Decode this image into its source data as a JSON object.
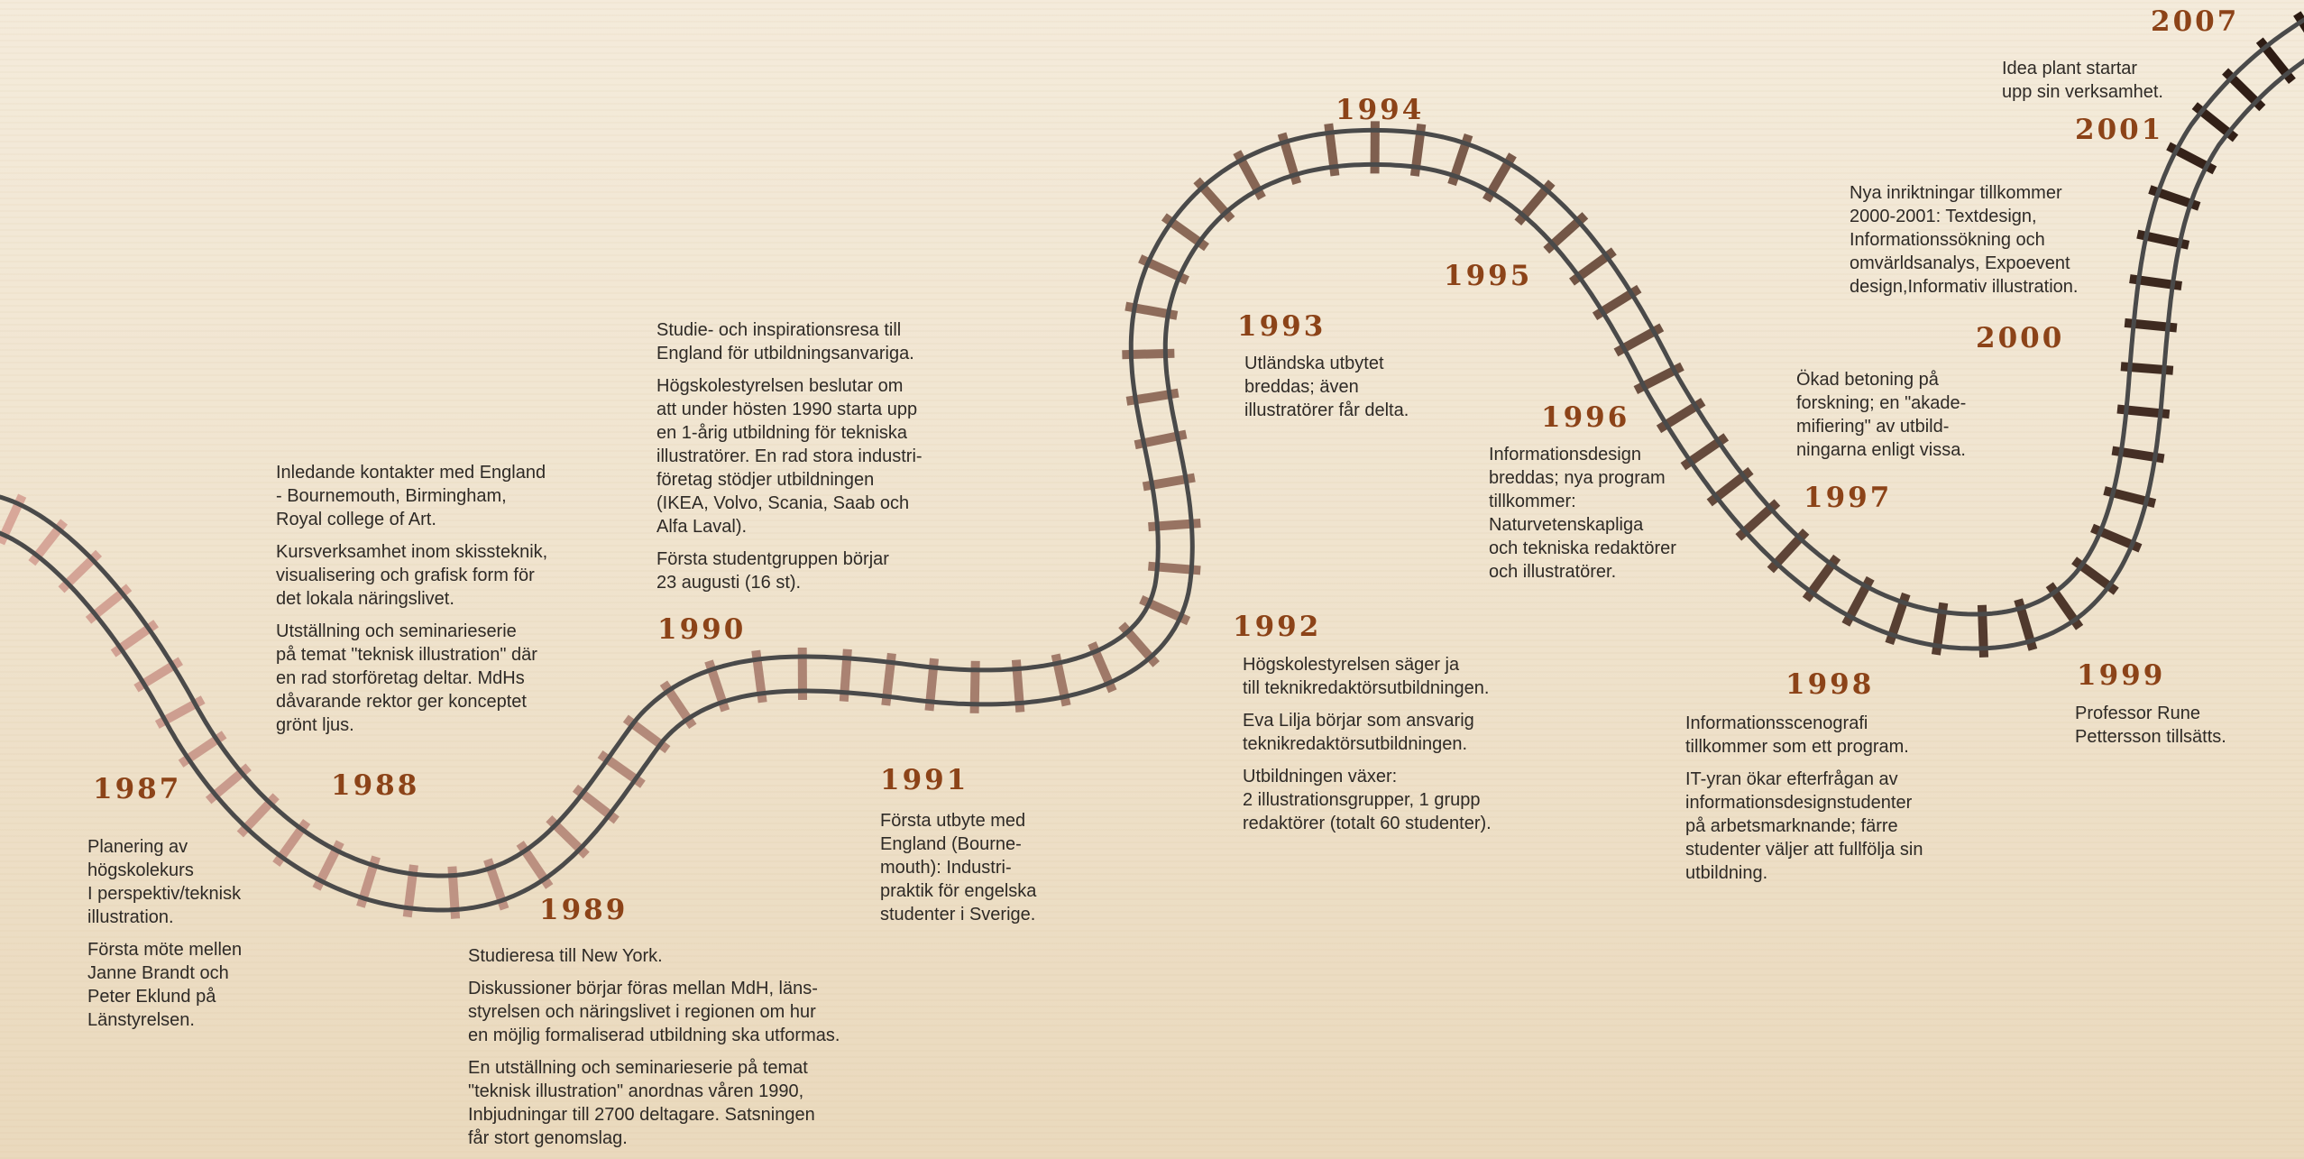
{
  "years": {
    "y1987": "1987",
    "y1988": "1988",
    "y1989": "1989",
    "y1990": "1990",
    "y1991": "1991",
    "y1992": "1992",
    "y1993": "1993",
    "y1994": "1994",
    "y1995": "1995",
    "y1996": "1996",
    "y1997": "1997",
    "y1998": "1998",
    "y1999": "1999",
    "y2000": "2000",
    "y2001": "2001",
    "y2007": "2007"
  },
  "entries": {
    "e1987": [
      "Planering av\nhögskolekurs\nI perspektiv/teknisk\nillustration.",
      "Första möte mellen\nJanne Brandt och\nPeter Eklund på\nLänstyrelsen."
    ],
    "e1988": [
      "Inledande kontakter med England\n- Bournemouth, Birmingham,\nRoyal college of Art.",
      "Kursverksamhet inom skissteknik,\nvisualisering och grafisk form för\ndet lokala näringslivet.",
      "Utställning och seminarieserie\npå temat \"teknisk illustration\" där\nen rad storföretag deltar. MdHs\ndåvarande rektor ger konceptet\ngrönt ljus."
    ],
    "e1989": [
      "Studieresa till New York.",
      "Diskussioner börjar föras mellan MdH, läns-\nstyrelsen och näringslivet i regionen om hur\nen möjlig formaliserad utbildning ska utformas.",
      "En utställning och seminarieserie på temat\n\"teknisk illustration\" anordnas våren 1990,\nInbjudningar till 2700 deltagare. Satsningen\nfår stort genomslag."
    ],
    "e1990": [
      "Studie- och inspirationsresa till\nEngland  för utbildningsanvariga.",
      "Högskolestyrelsen beslutar om\natt under hösten 1990 starta upp\nen 1-årig utbildning för tekniska\nillustratörer. En rad stora industri-\nföretag stödjer utbildningen\n(IKEA, Volvo, Scania, Saab och\nAlfa Laval).",
      "Första studentgruppen börjar\n23 augusti (16 st)."
    ],
    "e1991": [
      "Första utbyte med\nEngland (Bourne-\nmouth): Industri-\npraktik för engelska\nstudenter i Sverige."
    ],
    "e1992": [
      "Högskolestyrelsen säger ja\ntill teknikredaktörsutbildningen.",
      "Eva Lilja börjar som ansvarig\nteknikredaktörsutbildningen.",
      "Utbildningen växer:\n2 illustrationsgrupper, 1 grupp\nredaktörer (totalt 60 studenter)."
    ],
    "e1993": [
      "Utländska utbytet\nbreddas; även\nillustratörer  får delta."
    ],
    "e1996": [
      "Informationsdesign\nbreddas; nya program\ntillkommer:\nNaturvetenskapliga\noch tekniska redaktörer\noch illustratörer."
    ],
    "e1998": [
      "Informationsscenografi\ntillkommer som ett program.",
      "IT-yran ökar efterfrågan av\ninformationsdesignstudenter\npå arbetsmarknande; färre\nstudenter väljer att fullfölja sin\nutbildning."
    ],
    "e1999": [
      "Professor Rune\nPettersson tillsätts."
    ],
    "e2000": [
      "Ökad betoning på\nforskning; en \"akade-\nmifiering\" av utbild-\nningarna enligt vissa."
    ],
    "e2001": [
      "Nya inriktningar tillkommer\n2000-2001: Textdesign,\nInformationssökning och\nomvärldsanalys, Expoevent\ndesign,Informativ illustration."
    ],
    "e2007": [
      "Idea plant  startar\nupp sin verksamhet."
    ]
  },
  "colors": {
    "year_text": "#8c4318",
    "body_text": "#2e2a26",
    "rail": "#4a4a4a",
    "tie_light": "#d9a89a",
    "tie_mid": "#8c6a58",
    "tie_dark": "#2b1a12"
  }
}
